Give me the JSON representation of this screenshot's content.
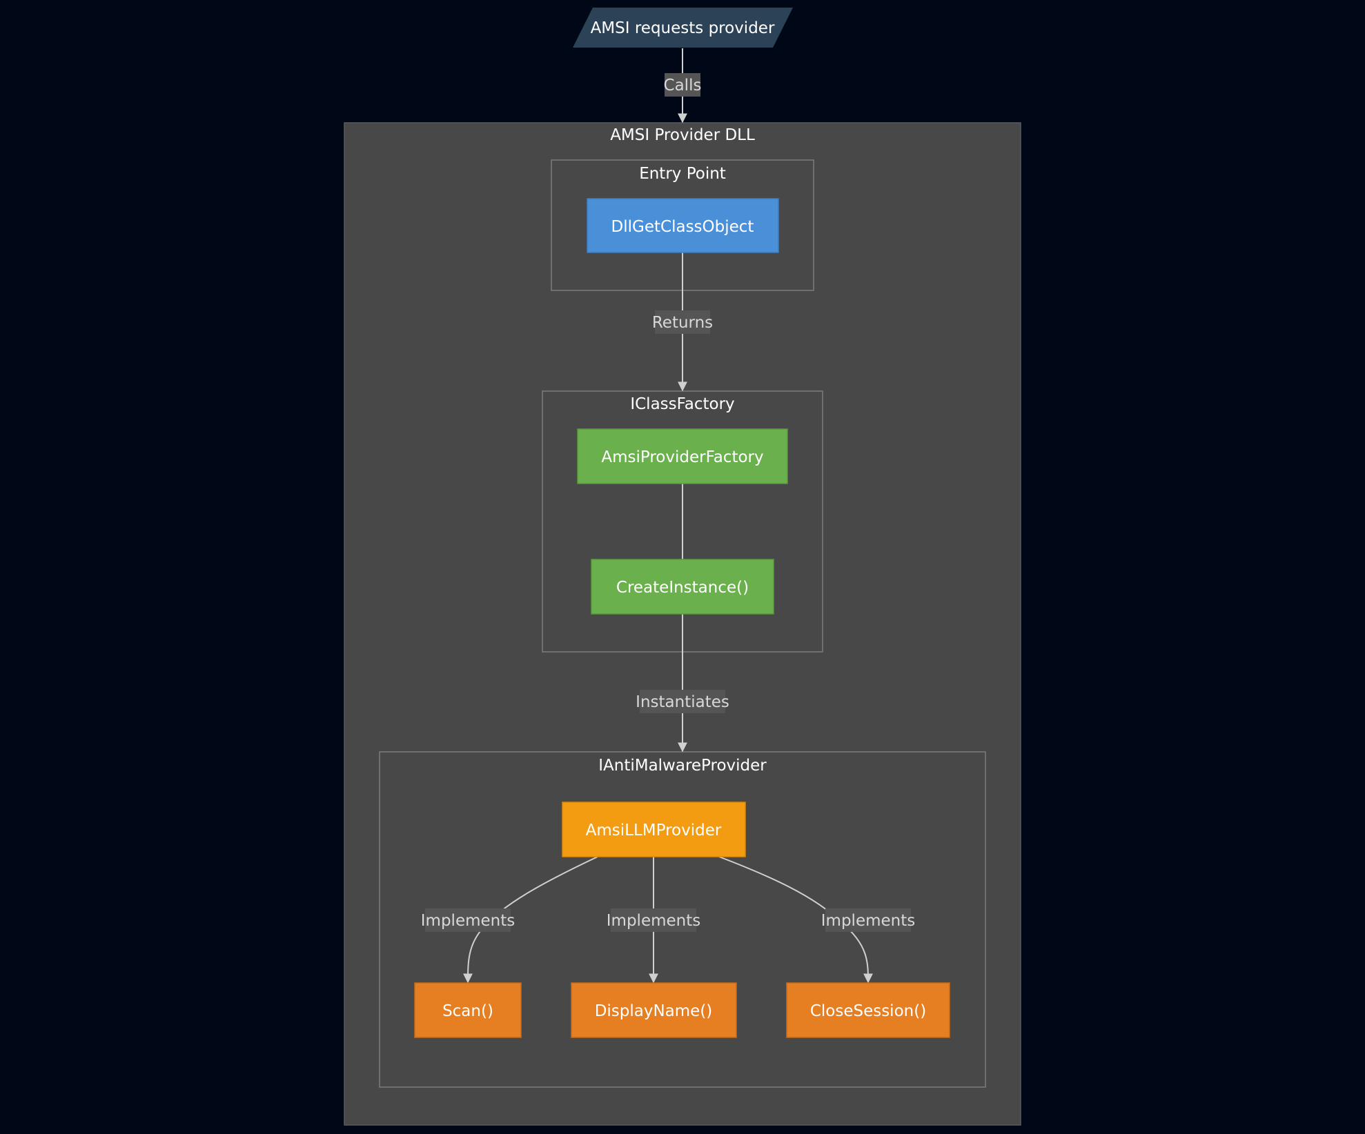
{
  "start_node": {
    "label": "AMSI requests provider"
  },
  "clusters": {
    "dll": {
      "title": "AMSI Provider DLL"
    },
    "entry_point": {
      "title": "Entry Point"
    },
    "class_factory": {
      "title": "IClassFactory"
    },
    "anti_malware": {
      "title": "IAntiMalwareProvider"
    }
  },
  "nodes": {
    "dll_get_class_object": {
      "label": "DllGetClassObject"
    },
    "amsi_provider_factory": {
      "label": "AmsiProviderFactory"
    },
    "create_instance": {
      "label": "CreateInstance()"
    },
    "amsi_llm_provider": {
      "label": "AmsiLLMProvider"
    },
    "scan": {
      "label": "Scan()"
    },
    "display_name": {
      "label": "DisplayName()"
    },
    "close_session": {
      "label": "CloseSession()"
    }
  },
  "edge_labels": {
    "calls": "Calls",
    "returns": "Returns",
    "instantiates": "Instantiates",
    "implements_scan": "Implements",
    "implements_display": "Implements",
    "implements_close": "Implements"
  },
  "colors": {
    "background": "#000818",
    "cluster_fill": "#484848",
    "start_node": "#2c4256",
    "entry_node": "#4a90d9",
    "factory_node": "#6ab04c",
    "provider_node": "#f39c12",
    "method_node": "#e67e22"
  }
}
